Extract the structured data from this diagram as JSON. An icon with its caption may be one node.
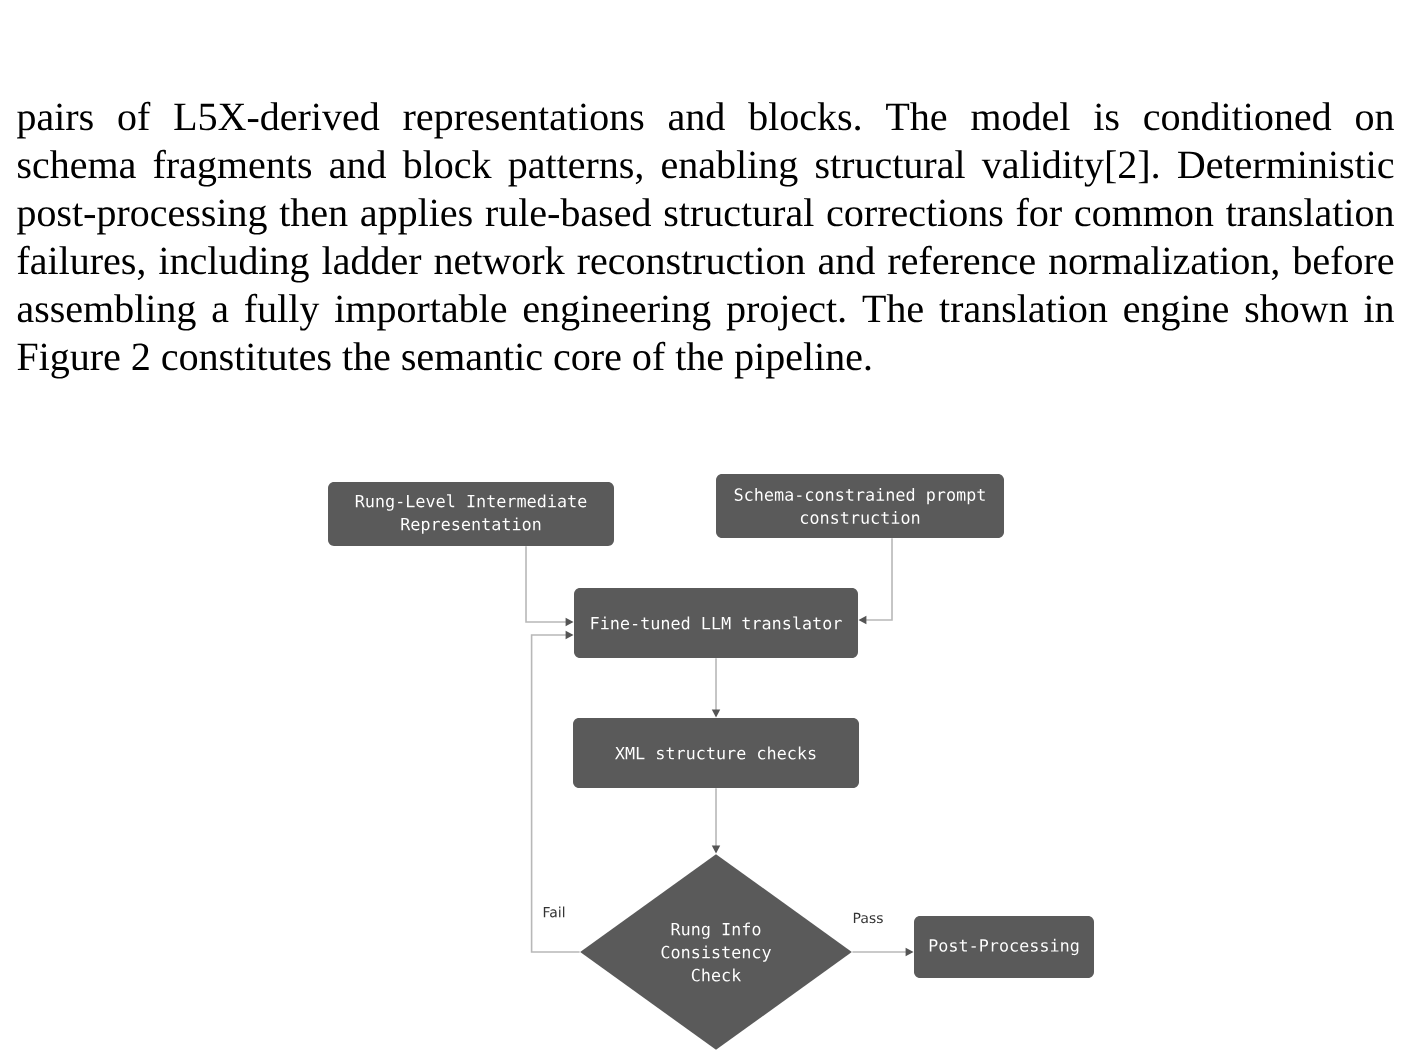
{
  "diagram": {
    "nodes": [
      {
        "text": [
          "Rung-Level Intermediate Representation"
        ]
      },
      {
        "text": [
          "Schema-constrained prompt construction"
        ]
      },
      {
        "text": [
          "Fine-tuned LLM translator"
        ]
      },
      {
        "text": [
          "XML structure checks"
        ]
      },
      {
        "text": [
          "Rung Info Consistency Check"
        ]
      },
      {
        "text": [
          "Post-Processing"
        ]
      }
    ],
    "edges": [
      {
        "from": 0,
        "to": 2,
        "arrow": "to"
      },
      {
        "from": 1,
        "to": 2,
        "arrow": "to"
      },
      {
        "from": 2,
        "to": 3,
        "arrow": "to"
      },
      {
        "from": 3,
        "to": 4,
        "arrow": "to"
      },
      {
        "from": 4,
        "to": 2,
        "arrow": "to",
        "label": "Fail"
      },
      {
        "from": 4,
        "to": 5,
        "arrow": "to",
        "label": "Pass"
      }
    ],
    "labels": [
      "pairs of L5X-derived representations and blocks. The model is conditioned on schema fragments and block patterns, enabling structural validity[2]. Deterministic post-processing then applies rule-based structural corrections for common translation failures, including ladder network reconstruction and reference normalization, before assembling a fully importable engineering project. The translation engine shown in Figure 2 constitutes the semantic core of the pipeline."
    ]
  }
}
